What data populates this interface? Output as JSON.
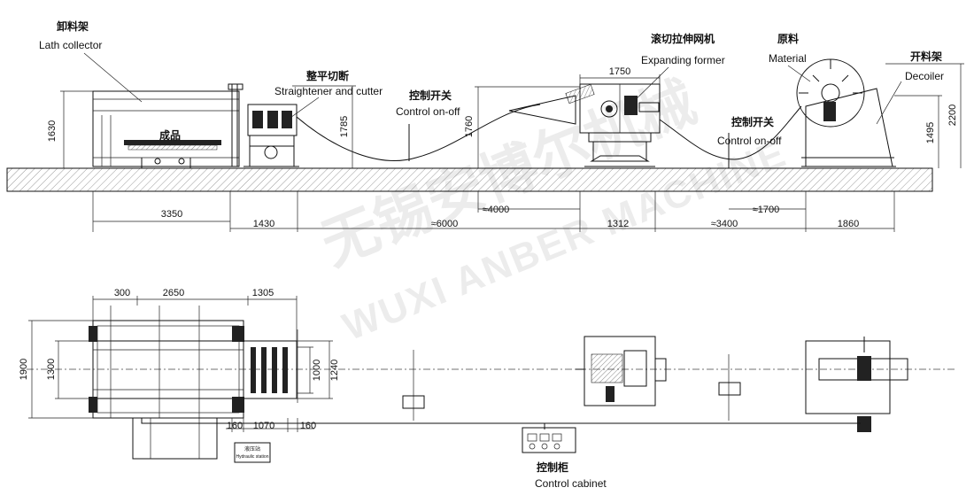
{
  "side_view": {
    "labels": {
      "lath_zh": "卸料架",
      "lath_en": "Lath collector",
      "product_zh": "成品",
      "straightener_zh": "整平切断",
      "straightener_en": "Straightener and cutter",
      "control1_zh": "控制开关",
      "control1_en": "Control on-off",
      "expanding_zh": "滚切拉伸网机",
      "expanding_en": "Expanding former",
      "material_zh": "原料",
      "material_en": "Material",
      "control2_zh": "控制开关",
      "control2_en": "Control on-off",
      "decoiler_zh": "开料架",
      "decoiler_en": "Decoiler"
    },
    "heights": {
      "h1630": "1630",
      "h1785": "1785",
      "h1760": "1760",
      "h1750": "1750",
      "h1495": "1495",
      "h2200": "2200"
    },
    "dims": {
      "d3350": "3350",
      "d1430": "1430",
      "d6000": "≈6000",
      "d4000": "≈4000",
      "d1312": "1312",
      "d3400": "≈3400",
      "d1700": "≈1700",
      "d1860": "1860"
    }
  },
  "top_view": {
    "dims": {
      "d300": "300",
      "d2650": "2650",
      "d1305": "1305",
      "d1900": "1900",
      "d1300": "1300",
      "d1000": "1000",
      "d1240": "1240",
      "d160a": "160",
      "d1070": "1070",
      "d160b": "160"
    },
    "hydraulic_zh": "液压站",
    "hydraulic_en": "Hydraulic station",
    "control_cabinet_zh": "控制柜",
    "control_cabinet_en": "Control cabinet"
  },
  "watermark": {
    "zh": "无锡安博尔机械",
    "en": "WUXI ANBER MACHINE"
  }
}
